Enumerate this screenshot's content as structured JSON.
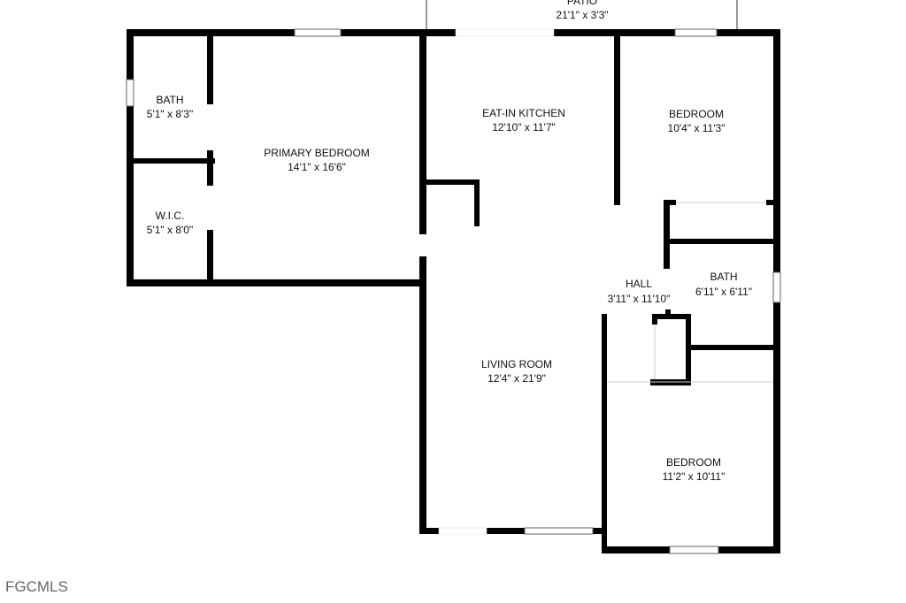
{
  "rooms": {
    "patio": {
      "name": "PATIO",
      "size": "21'1\" x 3'3\""
    },
    "bath_primary": {
      "name": "BATH",
      "size": "5'1\" x 8'3\""
    },
    "wic": {
      "name": "W.I.C.",
      "size": "5'1\" x 8'0\""
    },
    "primary_bedroom": {
      "name": "PRIMARY BEDROOM",
      "size": "14'1\" x 16'6\""
    },
    "kitchen": {
      "name": "EAT-IN KITCHEN",
      "size": "12'10\" x 11'7\""
    },
    "bedroom_1": {
      "name": "BEDROOM",
      "size": "10'4\" x 11'3\""
    },
    "hall": {
      "name": "HALL",
      "size": "3'11\" x 11'10\""
    },
    "bath_2": {
      "name": "BATH",
      "size": "6'11\" x 6'11\""
    },
    "living_room": {
      "name": "LIVING ROOM",
      "size": "12'4\" x 21'9\""
    },
    "bedroom_2": {
      "name": "BEDROOM",
      "size": "11'2\" x 10'11\""
    }
  },
  "watermark": "FGCMLS"
}
